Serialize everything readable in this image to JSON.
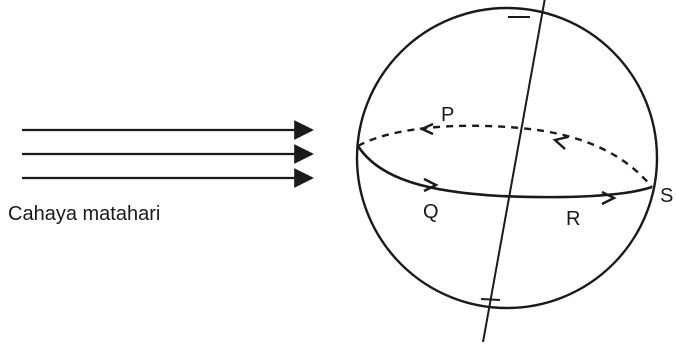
{
  "diagram": {
    "caption": "Cahaya matahari",
    "labels": {
      "p": "P",
      "q": "Q",
      "r": "R",
      "s": "S"
    },
    "colors": {
      "ink": "#1a1a1a",
      "background": "#ffffff"
    }
  }
}
